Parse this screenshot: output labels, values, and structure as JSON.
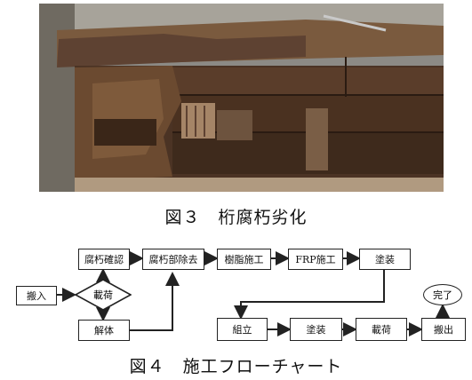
{
  "figure3": {
    "caption": "図３　桁腐朽劣化"
  },
  "figure4": {
    "caption": "図４　施工フローチャート",
    "nodes": {
      "hannyu": "搬入",
      "saika": "載荷",
      "kaitai": "解体",
      "fukyu_kakunin": "腐朽確認",
      "fukyu_jokyo": "腐朽部除去",
      "jushi_seko": "樹脂施工",
      "frp_seko": "FRP施工",
      "toso1": "塗装",
      "kumitate": "組立",
      "toso2": "塗装",
      "saika2": "載荷",
      "hanshutsu": "搬出",
      "kanryo": "完了"
    }
  },
  "colors": {
    "line": "#222222",
    "wood_dark": "#3b2a1f",
    "wood_mid": "#5e4232",
    "wood_light": "#8a6a50",
    "rot": "#6b4a30"
  }
}
